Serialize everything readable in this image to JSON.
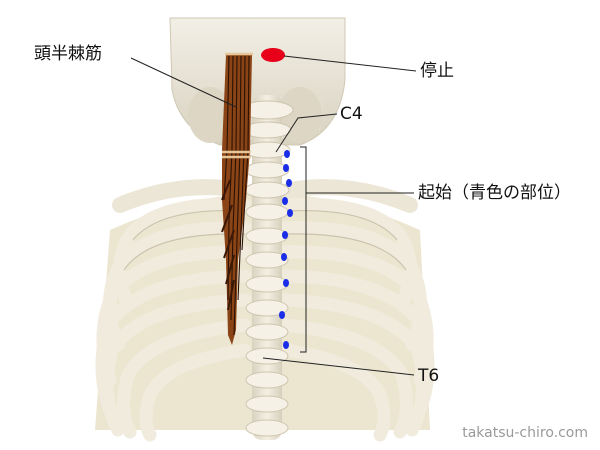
{
  "labels": {
    "muscle": "頭半棘筋",
    "insertion": "停止",
    "c4": "C4",
    "origin": "起始（青色の部位）",
    "t6": "T6"
  },
  "watermark": "takatsu-chiro.com",
  "colors": {
    "insertion_marker": "#e8001a",
    "origin_dots": "#1a2de8",
    "muscle": "#7a3a12",
    "bone": "#eae4d3"
  }
}
